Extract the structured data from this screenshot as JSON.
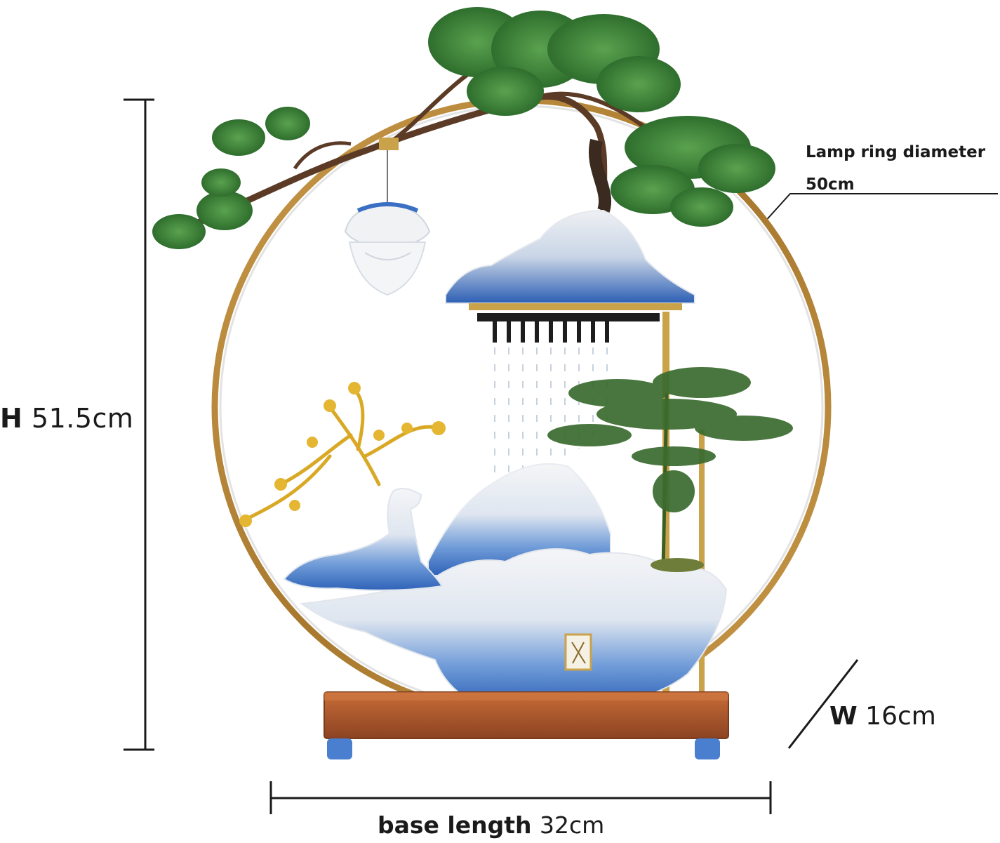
{
  "dimensions": {
    "height": {
      "letter": "H",
      "value": "51.5cm"
    },
    "width": {
      "letter": "W",
      "value": "16cm"
    },
    "base_length": {
      "label": "base length",
      "value": "32cm"
    },
    "lamp_ring": {
      "label": "Lamp ring diameter",
      "value": "50cm"
    }
  },
  "colors": {
    "background": "#ffffff",
    "ring_gold": "#b8893a",
    "porcelain_blue": "#2f63b8",
    "porcelain_white": "#f1f2f4",
    "wood_base": "#a8542a",
    "pine_green": "#3f8a3b",
    "gold_branch": "#d9a926",
    "dimension_line": "#1a1a1a"
  },
  "icons": [
    "pine-tree-icon",
    "lotus-lamp-icon",
    "deer-figurine-icon",
    "mountain-rockery-icon",
    "waterfall-icon"
  ]
}
